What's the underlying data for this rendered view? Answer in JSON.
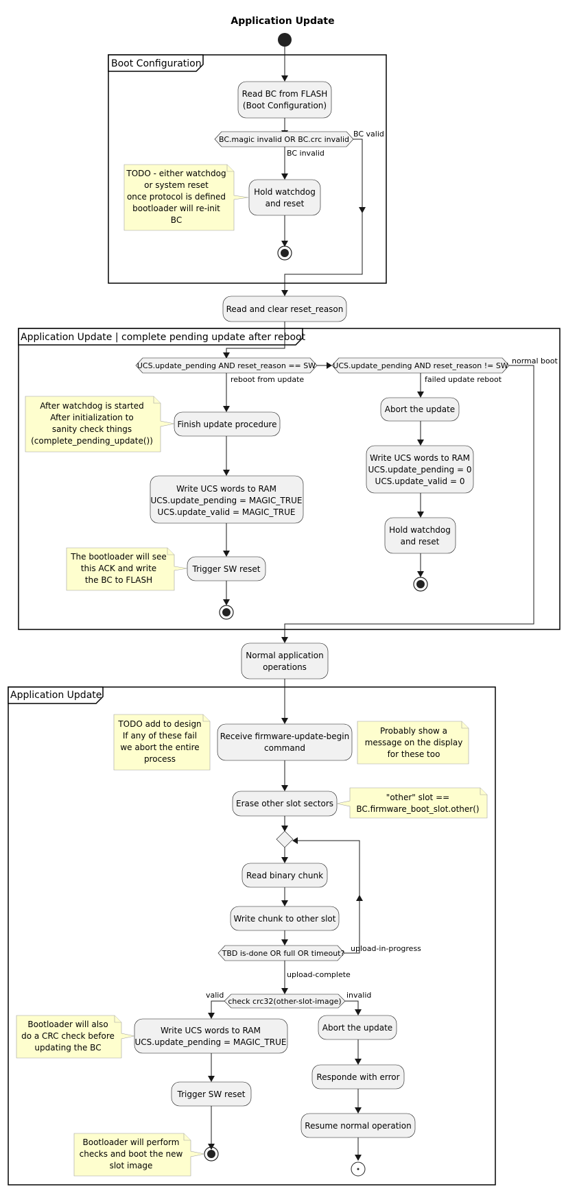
{
  "title": "Application Update",
  "partitions": {
    "boot_config": "Boot Configuration",
    "complete_pending": "Application Update | complete pending update after reboot",
    "app_update": "Application Update"
  },
  "actions": {
    "read_bc": [
      "Read BC from FLASH",
      "(Boot Configuration)"
    ],
    "hold_wd_1": [
      "Hold watchdog",
      "and reset"
    ],
    "read_clear": [
      "Read and clear reset_reason"
    ],
    "finish_update": [
      "Finish update procedure"
    ],
    "write_ucs_true": [
      "Write UCS words to RAM",
      "UCS.update_pending = MAGIC_TRUE",
      "UCS.update_valid = MAGIC_TRUE"
    ],
    "trigger_reset_1": [
      "Trigger SW reset"
    ],
    "abort_1": [
      "Abort the update"
    ],
    "write_ucs_zero": [
      "Write UCS words to RAM",
      "UCS.update_pending = 0",
      "UCS.update_valid = 0"
    ],
    "hold_wd_2": [
      "Hold watchdog",
      "and reset"
    ],
    "normal_ops": [
      "Normal application",
      "operations"
    ],
    "receive_begin": [
      "Receive firmware-update-begin",
      "command"
    ],
    "erase": [
      "Erase other slot sectors"
    ],
    "read_chunk": [
      "Read binary chunk"
    ],
    "write_chunk": [
      "Write chunk to other slot"
    ],
    "write_ucs_pending": [
      "Write UCS words to RAM",
      "UCS.update_pending = MAGIC_TRUE"
    ],
    "trigger_reset_2": [
      "Trigger SW reset"
    ],
    "abort_2": [
      "Abort the update"
    ],
    "respond_error": [
      "Responde with error"
    ],
    "resume": [
      "Resume normal operation"
    ]
  },
  "decisions": {
    "bc_check": "BC.magic invalid OR BC.crc invalid",
    "update_sw": "UCS.update_pending AND reset_reason == SW",
    "update_not_sw": "UCS.update_pending AND reset_reason != SW",
    "tbd_done": "TBD is-done OR full OR timeout?",
    "crc_check": "check crc32(other-slot-image)"
  },
  "edge_labels": {
    "bc_valid": "BC valid",
    "bc_invalid": "BC invalid",
    "reboot_from_update": "reboot from update",
    "failed_update_reboot": "failed update reboot",
    "normal_boot": "normal boot",
    "upload_in_progress": "upload-in-progress",
    "upload_complete": "upload-complete",
    "valid": "valid",
    "invalid": "invalid"
  },
  "notes": {
    "todo_watchdog": [
      "TODO - either watchdog",
      "or system reset",
      "once protocol is defined",
      "bootloader will re-init",
      "BC"
    ],
    "after_watchdog": [
      "After watchdog is started",
      "After initialization to",
      "sanity check things",
      "(complete_pending_update())"
    ],
    "bootloader_ack": [
      "The bootloader will see",
      "this ACK and write",
      "the BC to FLASH"
    ],
    "todo_design": [
      "TODO add to design",
      "If any of these fail",
      "we abort the entire",
      "process"
    ],
    "probably_show": [
      "Probably show a",
      "message on the display",
      "for these too"
    ],
    "other_slot": [
      "\"other\" slot ==",
      "BC.firmware_boot_slot.other()"
    ],
    "bootloader_crc": [
      "Bootloader will also",
      "do a CRC check before",
      "updating the BC"
    ],
    "bootloader_perform": [
      "Bootloader will perform",
      "checks and boot the new",
      "slot image"
    ]
  },
  "colors": {
    "action_fill": "#f1f1f1",
    "note_fill": "#fefece",
    "line": "#181818"
  }
}
